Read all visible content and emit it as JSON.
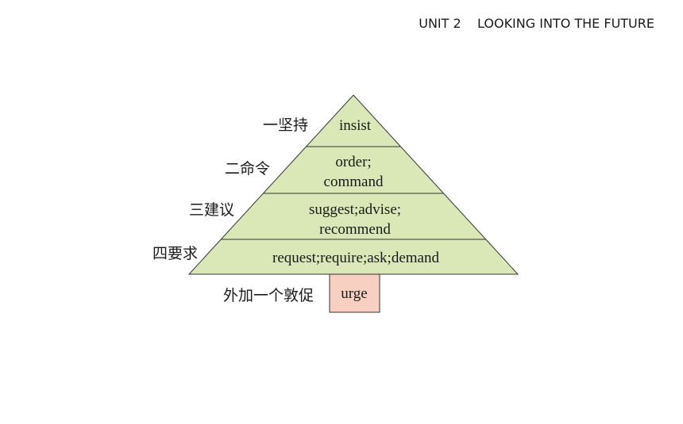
{
  "header": {
    "title": "UNIT 2    LOOKING INTO THE FUTURE"
  },
  "pyramid": {
    "levels": [
      {
        "category": "一坚持",
        "words_line1": "insist",
        "words_line2": ""
      },
      {
        "category": "二命令",
        "words_line1": "order;",
        "words_line2": "command"
      },
      {
        "category": "三建议",
        "words_line1": "suggest;advise;",
        "words_line2": "recommend"
      },
      {
        "category": "四要求",
        "words_line1": "request;require;ask;demand",
        "words_line2": ""
      }
    ],
    "extra": {
      "category": "外加一个敦促",
      "word": "urge"
    },
    "colors": {
      "level_fill": "#d9e8b6",
      "extra_fill": "#f8d0c2",
      "stroke": "#333333"
    }
  }
}
